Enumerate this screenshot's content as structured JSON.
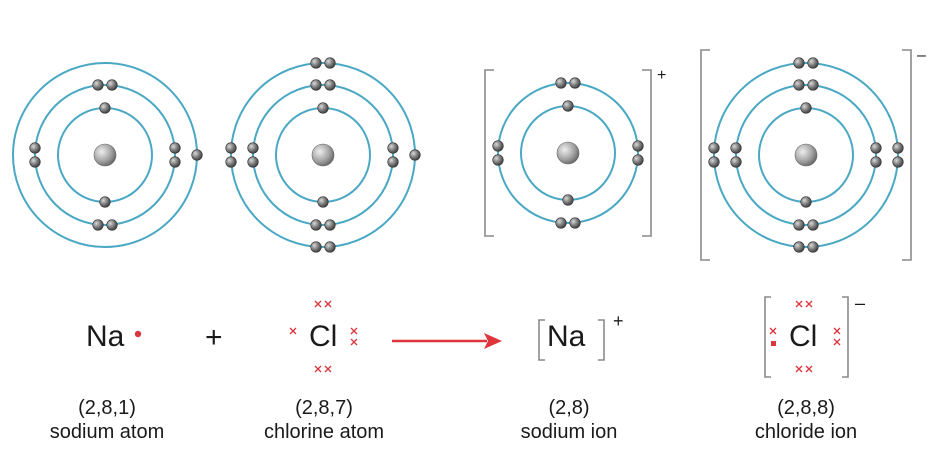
{
  "atom_diagrams": [
    {
      "name": "sodium atom",
      "shells": [
        2,
        8,
        1
      ],
      "bracketed": false,
      "charge": ""
    },
    {
      "name": "chlorine atom",
      "shells": [
        2,
        8,
        7
      ],
      "bracketed": false,
      "charge": ""
    },
    {
      "name": "sodium ion",
      "shells": [
        2,
        8
      ],
      "bracketed": true,
      "charge": "+"
    },
    {
      "name": "chloride ion",
      "shells": [
        2,
        8,
        8
      ],
      "bracketed": true,
      "charge": "–"
    }
  ],
  "equation": {
    "sodium_symbol": "Na",
    "plus_operator": "+",
    "chlorine_symbol": "Cl",
    "sodium_ion_symbol": "Na",
    "sodium_ion_charge": "+",
    "chloride_symbol": "Cl",
    "chloride_charge": "–",
    "arrow": "reaction-arrow"
  },
  "labels": [
    {
      "config": "(2,8,1)",
      "name": "sodium atom"
    },
    {
      "config": "(2,8,7)",
      "name": "chlorine atom"
    },
    {
      "config": "(2,8)",
      "name": "sodium ion"
    },
    {
      "config": "(2,8,8)",
      "name": "chloride ion"
    }
  ],
  "colors": {
    "shell": "#4aa8c4",
    "electron": "#6a6a6a",
    "nucleus": "#9a9a9a",
    "bracket": "#8a8a8a",
    "dot_cross": "#d9363e",
    "arrow": "#e0353d",
    "text": "#1a1a1a"
  }
}
